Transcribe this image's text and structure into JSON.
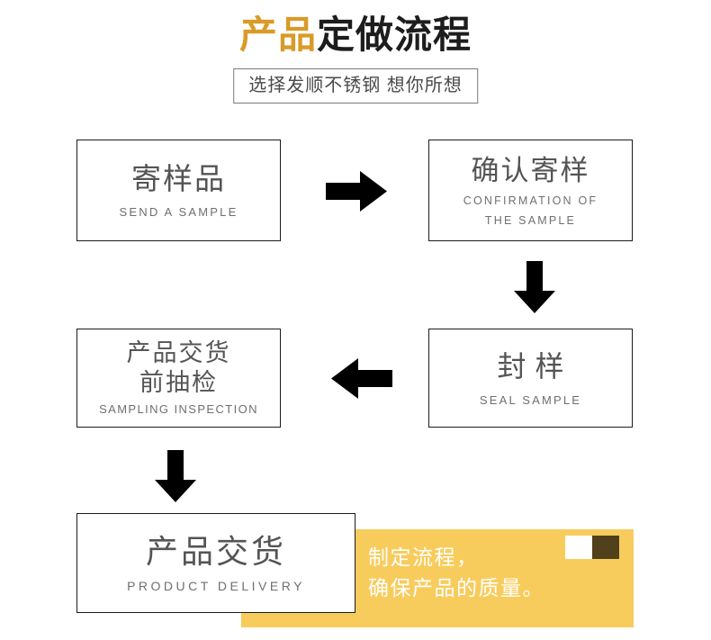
{
  "header": {
    "title_accent": "产品",
    "title_main": "定做流程",
    "accent_color": "#d99b28",
    "subtitle": "选择发顺不锈钢 想你所想"
  },
  "flow_steps": [
    {
      "id": "send-sample",
      "order": 1,
      "cn": "寄样品",
      "en": "SEND A SAMPLE"
    },
    {
      "id": "confirm-sample",
      "order": 2,
      "cn": "确认寄样",
      "en_line1": "CONFIRMATION OF",
      "en_line2": "THE SAMPLE"
    },
    {
      "id": "seal-sample",
      "order": 3,
      "cn": "封样",
      "en": "SEAL SAMPLE"
    },
    {
      "id": "sampling-inspection",
      "order": 4,
      "cn_line1": "产品交货",
      "cn_line2": "前抽检",
      "en": "SAMPLING INSPECTION"
    },
    {
      "id": "product-delivery",
      "order": 5,
      "cn": "产品交货",
      "en": "PRODUCT DELIVERY"
    }
  ],
  "connectors": [
    {
      "id": "arrow-right-1",
      "direction": "right",
      "from": "send-sample",
      "to": "confirm-sample"
    },
    {
      "id": "arrow-down-1",
      "direction": "down",
      "from": "confirm-sample",
      "to": "seal-sample"
    },
    {
      "id": "arrow-left-1",
      "direction": "left",
      "from": "seal-sample",
      "to": "sampling-inspection"
    },
    {
      "id": "arrow-down-2",
      "direction": "down",
      "from": "sampling-inspection",
      "to": "product-delivery"
    }
  ],
  "callout": {
    "line1": "制定流程，",
    "line2": "确保产品的质量。",
    "background_color": "#f8cc5c",
    "text_color": "#ffffff",
    "swatches": [
      {
        "name": "swatch-light",
        "color": "#ffffff"
      },
      {
        "name": "swatch-dark",
        "color": "#50411c"
      }
    ]
  }
}
